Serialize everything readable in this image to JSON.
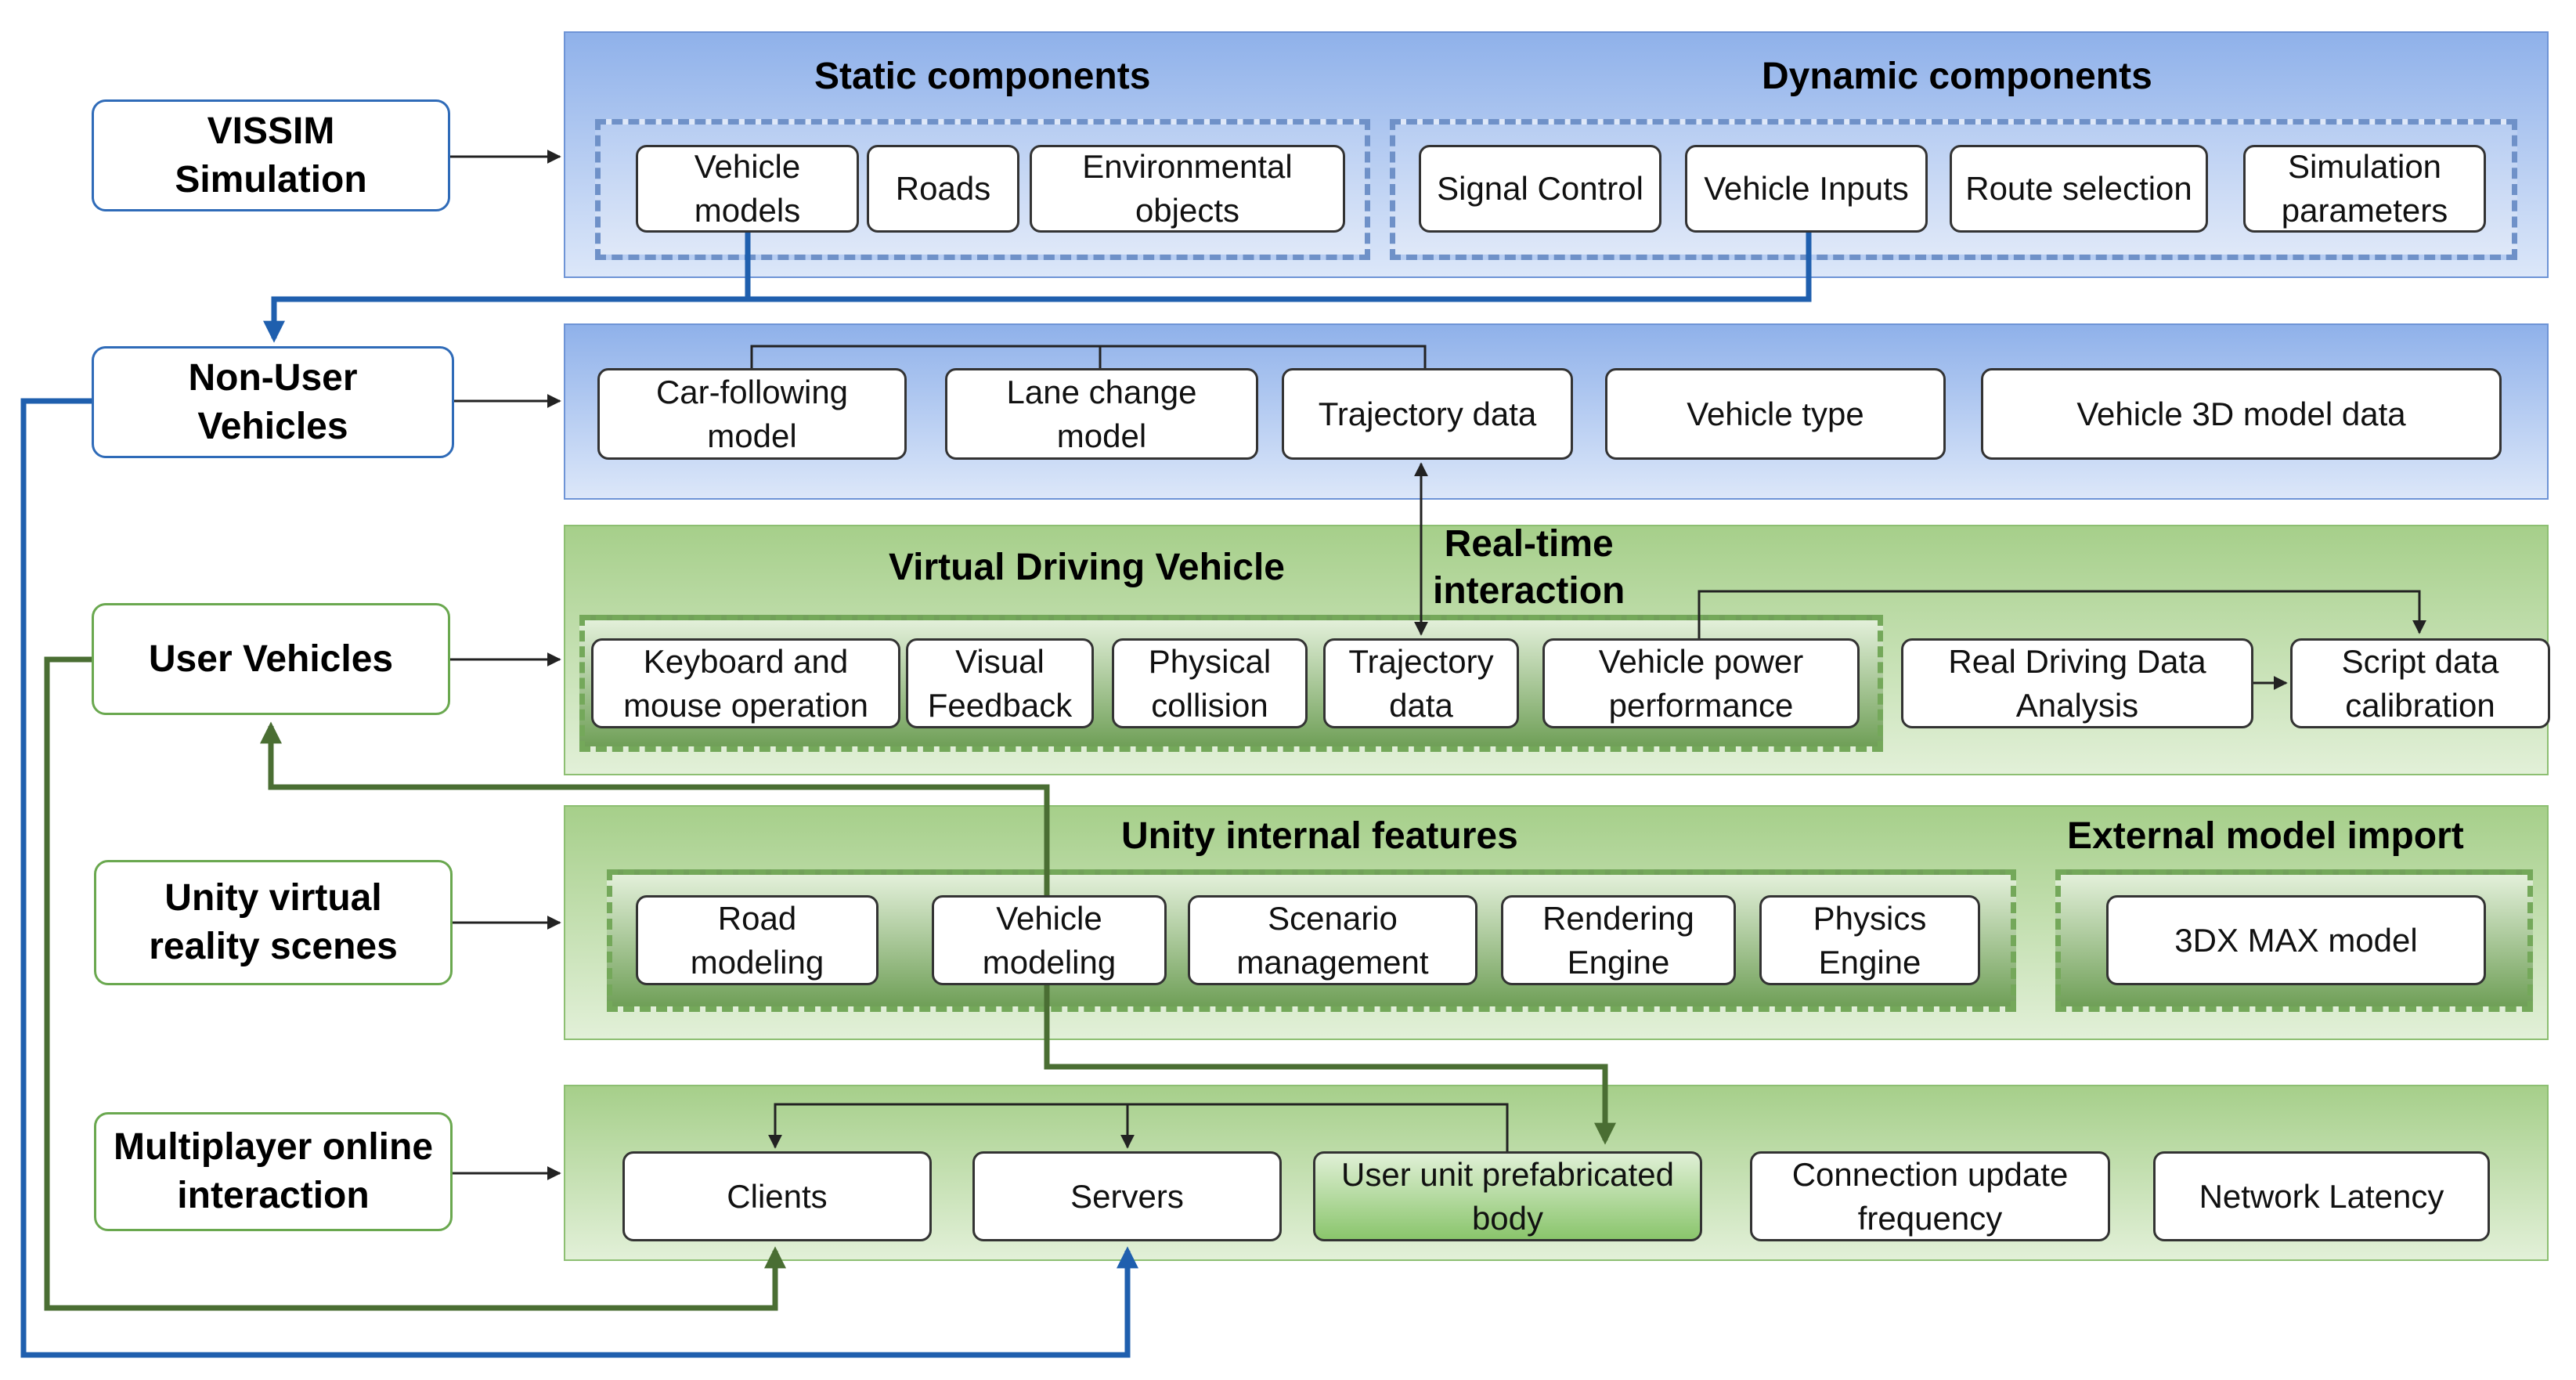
{
  "left_labels": {
    "vissim": "VISSIM\nSimulation",
    "non_user": "Non-User\nVehicles",
    "user": "User Vehicles",
    "unity": "Unity virtual\nreality scenes",
    "multiplayer": "Multiplayer online\ninteraction"
  },
  "row1": {
    "static_title": "Static components",
    "dynamic_title": "Dynamic components",
    "static_items": [
      "Vehicle\nmodels",
      "Roads",
      "Environmental\nobjects"
    ],
    "dynamic_items": [
      "Signal Control",
      "Vehicle Inputs",
      "Route selection",
      "Simulation\nparameters"
    ]
  },
  "row2": {
    "items": [
      "Car-following\nmodel",
      "Lane change\nmodel",
      "Trajectory data",
      "Vehicle type",
      "Vehicle 3D model data"
    ]
  },
  "row3": {
    "title": "Virtual Driving Vehicle",
    "realtime": "Real-time\ninteraction",
    "group_items": [
      "Keyboard and\nmouse operation",
      "Visual\nFeedback",
      "Physical\ncollision",
      "Trajectory\ndata",
      "Vehicle power\nperformance"
    ],
    "analysis": "Real Driving Data\nAnalysis",
    "calibration": "Script data\ncalibration"
  },
  "row4": {
    "unity_title": "Unity internal features",
    "external_title": "External model import",
    "unity_items": [
      "Road\nmodeling",
      "Vehicle\nmodeling",
      "Scenario\nmanagement",
      "Rendering\nEngine",
      "Physics\nEngine"
    ],
    "external_item": "3DX MAX model"
  },
  "row5": {
    "items": [
      "Clients",
      "Servers",
      "User unit prefabricated\nbody",
      "Connection update\nfrequency",
      "Network Latency"
    ]
  },
  "colors": {
    "blue_line": "#1f5fae",
    "green_line": "#4a6e33",
    "black_line": "#222222"
  }
}
